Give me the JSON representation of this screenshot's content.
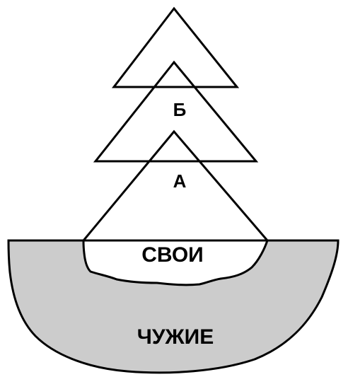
{
  "colors": {
    "stroke": "#000000",
    "background": "#ffffff",
    "outside_fill": "#cccccc",
    "inside_fill": "#ffffff"
  },
  "labels": {
    "top_triangle": "Б",
    "middle_triangle": "А",
    "inner_region": "СВОИ",
    "outer_region": "ЧУЖИЕ"
  }
}
